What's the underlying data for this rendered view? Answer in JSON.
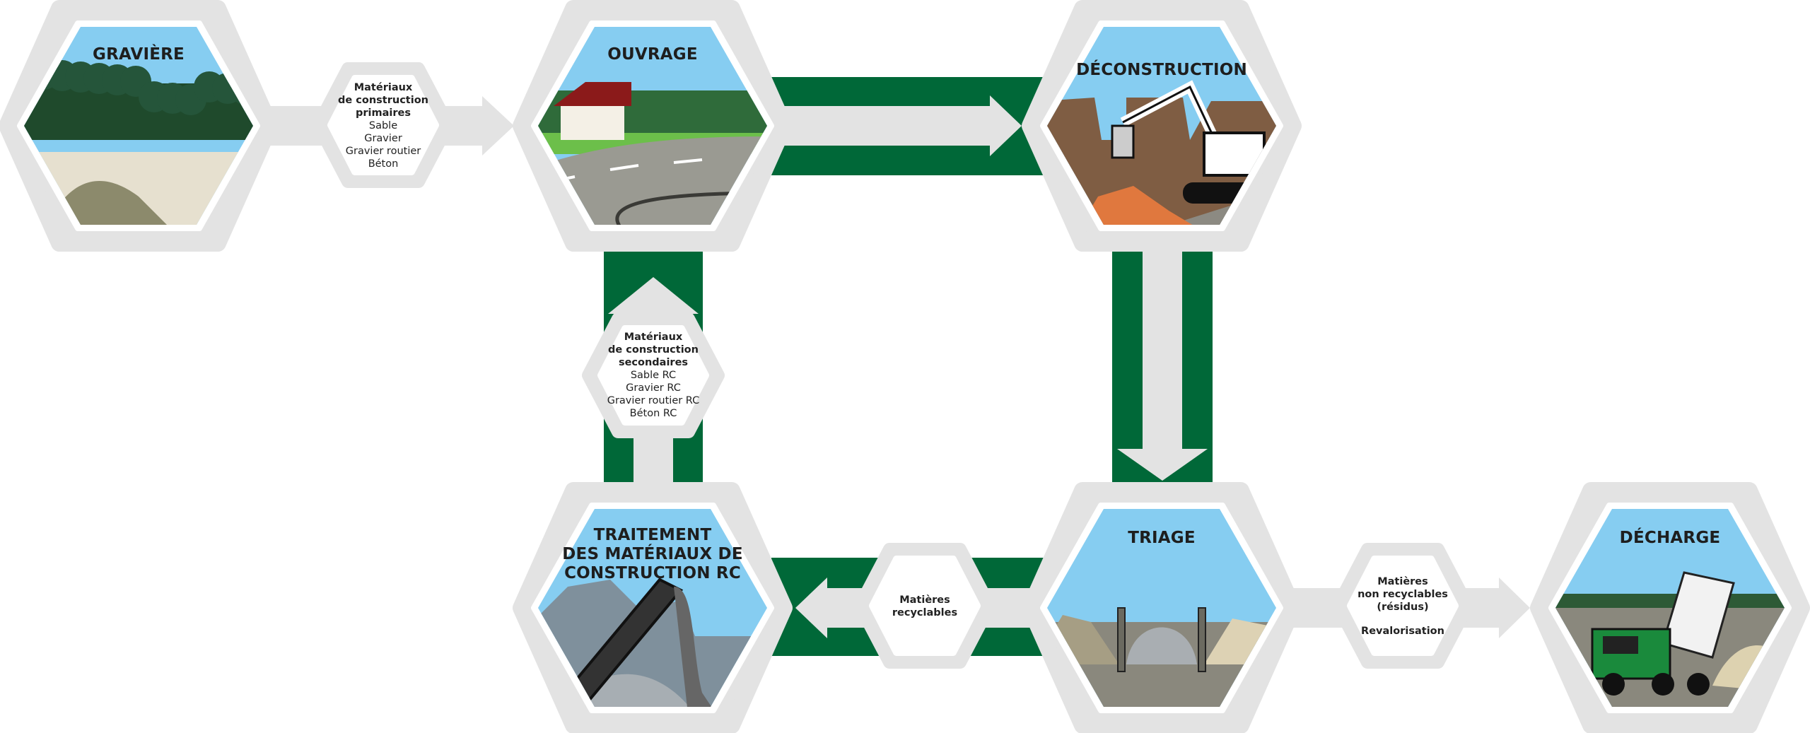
{
  "stations": {
    "graviere": {
      "title": "GRAVIÈRE"
    },
    "ouvrage": {
      "title": "OUVRAGE"
    },
    "deconstruction": {
      "title": "DÉCONSTRUCTION"
    },
    "traitement": {
      "title_lines": [
        "TRAITEMENT",
        "DES MATÉRIAUX DE",
        "CONSTRUCTION RC"
      ]
    },
    "triage": {
      "title": "TRIAGE"
    },
    "decharge": {
      "title": "DÉCHARGE"
    }
  },
  "flows": {
    "primaires": {
      "heading": [
        "Matériaux",
        "de construction",
        "primaires"
      ],
      "items": [
        "Sable",
        "Gravier",
        "Gravier routier",
        "Béton"
      ]
    },
    "secondaires": {
      "heading": [
        "Matériaux",
        "de construction",
        "secondaires"
      ],
      "items": [
        "Sable RC",
        "Gravier RC",
        "Gravier routier RC",
        "Béton RC"
      ]
    },
    "recyclables": {
      "heading": [
        "Matières",
        "recyclables"
      ]
    },
    "non_recyclables": {
      "heading": [
        "Matières",
        "non recyclables",
        "(résidus)"
      ],
      "extra": "Revalorisation"
    }
  },
  "colors": {
    "green": "#006838",
    "gray": "#e3e3e3",
    "sky": "#86cdf1"
  }
}
